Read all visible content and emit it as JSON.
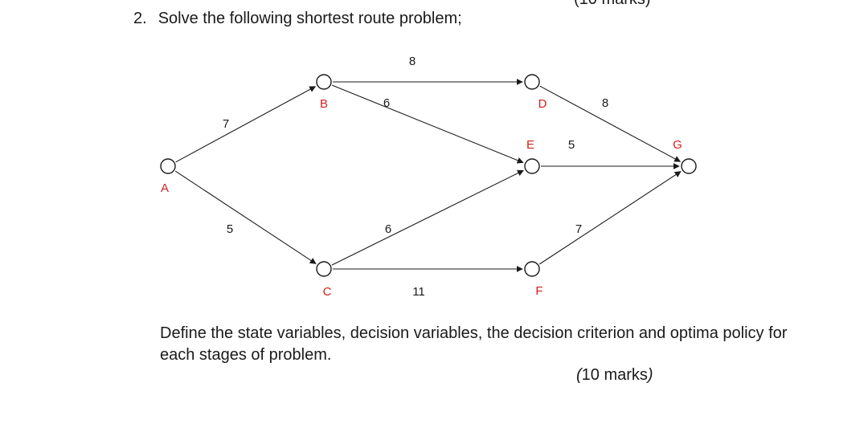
{
  "header": {
    "cut_marks": "(10 marks)"
  },
  "question": {
    "number": "2.",
    "title": "Solve the following shortest route problem;",
    "definition": "Define the state variables, decision variables, the decision criterion and optima policy for each stages of problem.",
    "marks_open": "(",
    "marks_text": "10 marks",
    "marks_close": ")"
  },
  "network": {
    "nodes": [
      "A",
      "B",
      "C",
      "D",
      "E",
      "F",
      "G"
    ],
    "edges": [
      {
        "from": "A",
        "to": "B",
        "weight": "7"
      },
      {
        "from": "A",
        "to": "C",
        "weight": "5"
      },
      {
        "from": "B",
        "to": "D",
        "weight": "8"
      },
      {
        "from": "B",
        "to": "E",
        "weight": "6"
      },
      {
        "from": "C",
        "to": "E",
        "weight": "6"
      },
      {
        "from": "C",
        "to": "F",
        "weight": "11"
      },
      {
        "from": "D",
        "to": "G",
        "weight": "8"
      },
      {
        "from": "E",
        "to": "G",
        "weight": "5"
      },
      {
        "from": "F",
        "to": "G",
        "weight": "7"
      }
    ],
    "colors": {
      "node_label": "#d32020",
      "line": "#1a1a1a"
    }
  }
}
